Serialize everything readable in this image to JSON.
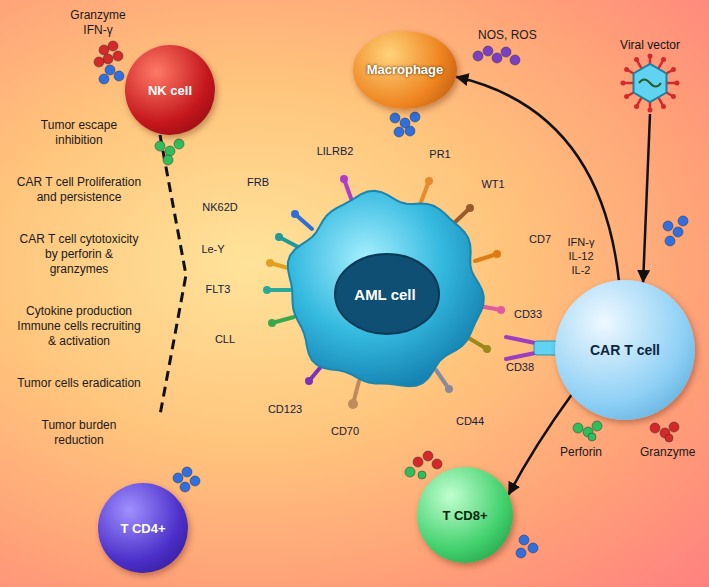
{
  "diagram": {
    "nodes": [
      {
        "text": [
          "NK cell"
        ]
      },
      {
        "text": [
          "Macrophage"
        ]
      },
      {
        "text": [
          "Viral vector"
        ]
      },
      {
        "text": [
          "AML cell"
        ]
      },
      {
        "text": [
          "CAR T cell"
        ]
      },
      {
        "text": [
          "T CD4+"
        ]
      },
      {
        "text": [
          "T CD8+"
        ]
      }
    ],
    "edges": [
      {
        "from": 2,
        "to": 4,
        "arrow": "to"
      },
      {
        "from": 4,
        "to": 1,
        "arrow": "to"
      },
      {
        "from": 4,
        "to": 6,
        "arrow": "to"
      }
    ],
    "labels": [
      "Tumor escape inhibition",
      "CAR T cell Proliferation and persistence",
      "CAR T cell cytotoxicity by perforin & granzymes",
      "Cytokine production Immune cells recruiting & activation",
      "Tumor cells eradication",
      "Tumor burden reduction",
      "Granzyme IFN-γ",
      "NOS, ROS",
      "LILRB2",
      "PR1",
      "FRB",
      "WT1",
      "NK62D",
      "CD7",
      "Le-Y",
      "FLT3",
      "CD33",
      "CLL",
      "CD38",
      "CD44",
      "CD123",
      "CD70",
      "IFN-γ IL-12 IL-2",
      "Perforin",
      "Granzyme"
    ]
  }
}
